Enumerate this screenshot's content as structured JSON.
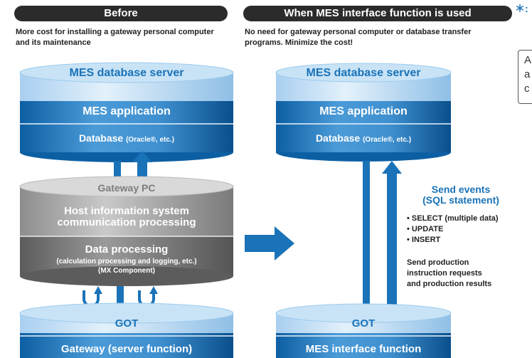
{
  "before": {
    "title": "Before",
    "note": "More cost for installing a gateway personal computer and its maintenance",
    "server_title": "MES database server",
    "mes_app": "MES application",
    "database_main": "Database ",
    "database_small": "(Oracle®, etc.)",
    "gateway_pc": "Gateway PC",
    "host_info": "Host information system communication processing",
    "data_processing": "Data processing",
    "data_processing_sub1": "(calculation processing and logging, etc.)",
    "data_processing_sub2": "(MX Component)",
    "got": "GOT",
    "gateway_fn": "Gateway (server function)"
  },
  "after": {
    "title": "When MES interface function is used",
    "note": "No need for gateway personal computer or database transfer programs.  Minimize the cost!",
    "server_title": "MES database server",
    "mes_app": "MES application",
    "database_main": "Database ",
    "database_small": "(Oracle®, etc.)",
    "got": "GOT",
    "mes_if": "MES interface function",
    "send_events_1": "Send events",
    "send_events_2": "(SQL statement)",
    "bullets": [
      "• SELECT (multiple data)",
      "• UPDATE",
      "• INSERT"
    ],
    "send_prod_1": "Send production",
    "send_prod_2": "instruction requests",
    "send_prod_3": "and production results"
  },
  "asterisk": "＊:",
  "sidebox_lines": [
    "A",
    "a",
    "c"
  ],
  "colors": {
    "blue": "#1a73b8",
    "light_blue": "#c8e2f5",
    "gray": "#b7b7b7",
    "dark": "#2b2b2b"
  }
}
